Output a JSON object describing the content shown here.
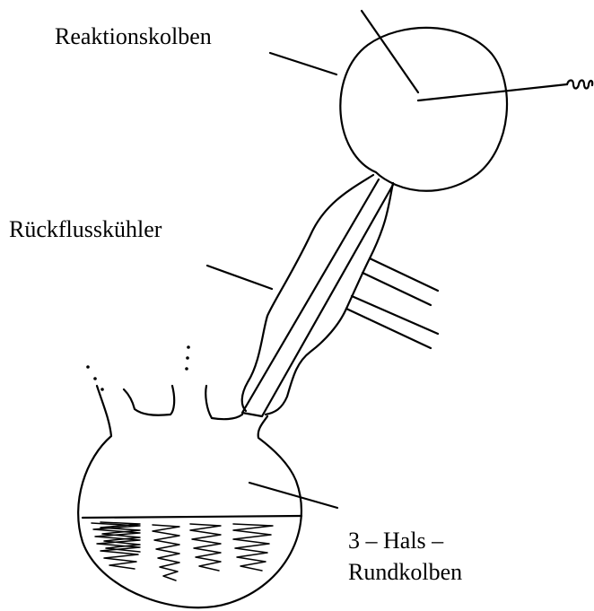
{
  "labels": {
    "reaction_flask": "Reaktionskolben",
    "reflux_condenser": "Rückflusskühler",
    "three_neck_flask": "3 – Hals –\nRundkolben"
  },
  "colors": {
    "ink": "#000000",
    "background": "#ffffff"
  }
}
